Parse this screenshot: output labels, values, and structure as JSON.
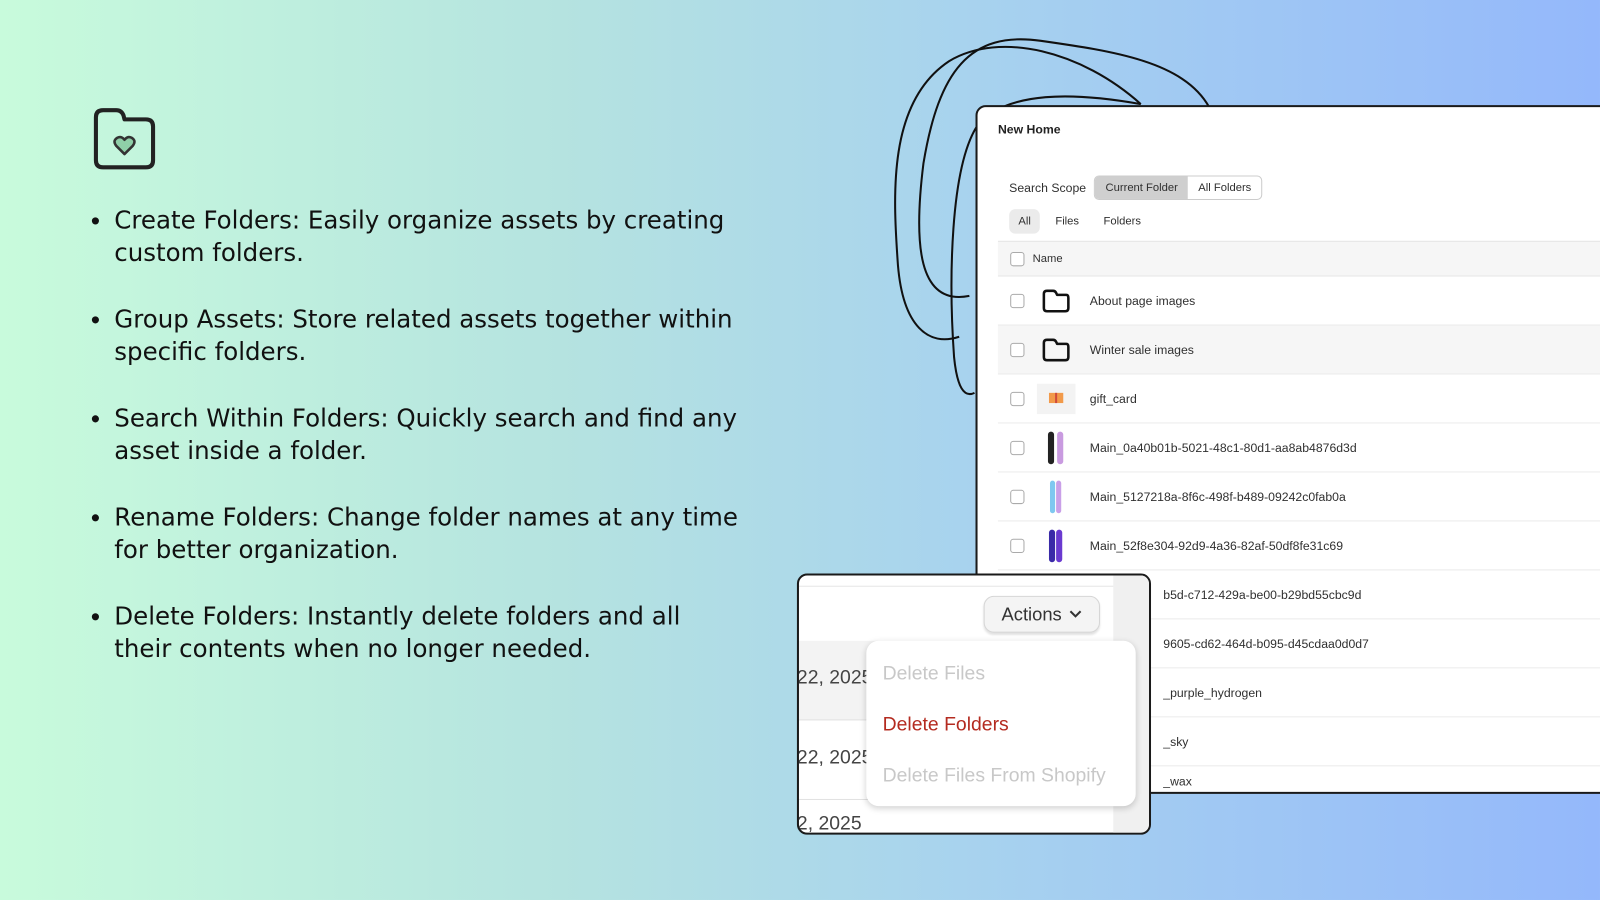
{
  "features": [
    "Create Folders: Easily organize assets by creating custom folders.",
    "Group Assets: Store related assets together within specific folders.",
    "Search Within Folders: Quickly search and find any asset inside a folder.",
    "Rename Folders: Change folder names at any time for better organization.",
    "Delete Folders: Instantly delete folders and all their contents when no longer needed."
  ],
  "panel": {
    "title": "New Home",
    "search_scope_label": "Search Scope",
    "scope_options": [
      "Current Folder",
      "All Folders"
    ],
    "scope_selected": "Current Folder",
    "filter_tabs": [
      "All",
      "Files",
      "Folders"
    ],
    "filter_selected": "All",
    "column_name": "Name",
    "rows": [
      {
        "name": "About page images",
        "type": "folder"
      },
      {
        "name": "Winter sale images",
        "type": "folder"
      },
      {
        "name": "gift_card",
        "type": "image"
      },
      {
        "name": "Main_0a40b01b-5021-48c1-80d1-aa8ab4876d3d",
        "type": "image"
      },
      {
        "name": "Main_5127218a-8f6c-498f-b489-09242c0fab0a",
        "type": "image"
      },
      {
        "name": "Main_52f8e304-92d9-4a36-82af-50df8fe31c69",
        "type": "image"
      },
      {
        "name": "b5d-c712-429a-be00-b29bd55cbc9d",
        "type": "partial"
      },
      {
        "name": "9605-cd62-464d-b095-d45cdaa0d0d7",
        "type": "partial"
      },
      {
        "name": "_purple_hydrogen",
        "type": "partial"
      },
      {
        "name": "_sky",
        "type": "partial"
      },
      {
        "name": "_wax",
        "type": "partial"
      }
    ]
  },
  "popup": {
    "actions_label": "Actions",
    "dates": [
      "22, 2025",
      "22, 2025",
      "2, 2025"
    ],
    "menu": [
      "Delete Files",
      "Delete Folders",
      "Delete Files From Shopify"
    ]
  },
  "colors": {
    "danger": "#b42b20",
    "disabled": "#c8c8c8"
  }
}
